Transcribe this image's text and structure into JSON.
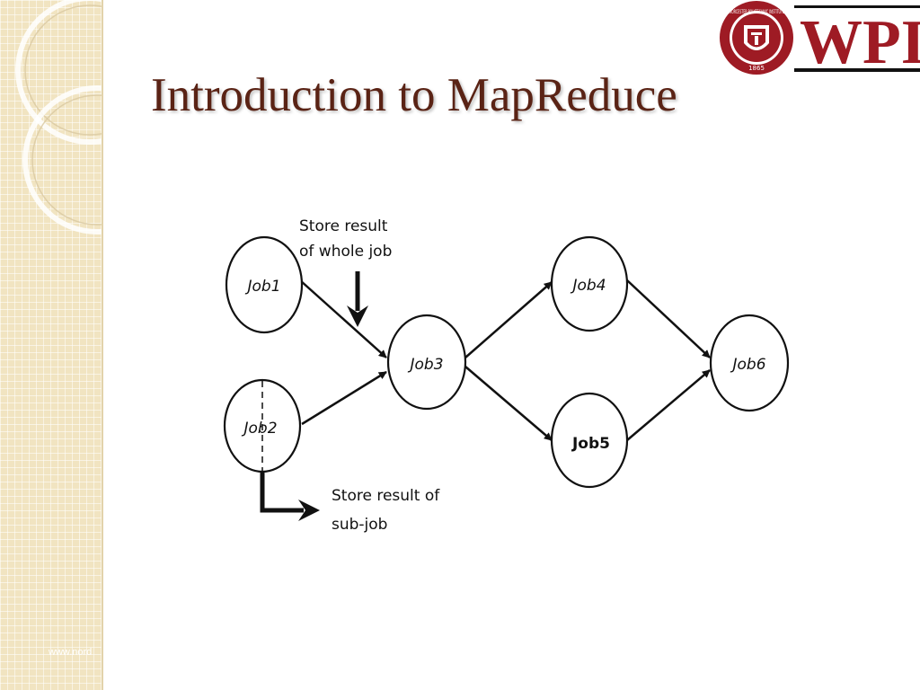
{
  "slide": {
    "title": "Introduction to MapReduce",
    "footer": "www.nord",
    "logo": {
      "wordmark": "WPI",
      "seal_text": "WORCESTER POLYTECHNIC INSTITUTE",
      "seal_year": "1865",
      "colors": {
        "maroon": "#9e1b24",
        "black": "#111111"
      }
    }
  },
  "diagram": {
    "nodes": [
      {
        "id": "job1",
        "label": "Job1"
      },
      {
        "id": "job2",
        "label": "Job2"
      },
      {
        "id": "job3",
        "label": "Job3"
      },
      {
        "id": "job4",
        "label": "Job4"
      },
      {
        "id": "job5",
        "label": "Job5"
      },
      {
        "id": "job6",
        "label": "Job6"
      }
    ],
    "edges": [
      {
        "from": "job1",
        "to": "job3"
      },
      {
        "from": "job2",
        "to": "job3"
      },
      {
        "from": "job3",
        "to": "job4"
      },
      {
        "from": "job3",
        "to": "job5"
      },
      {
        "from": "job4",
        "to": "job6"
      },
      {
        "from": "job5",
        "to": "job6"
      }
    ],
    "annotations": {
      "whole_job": [
        "Store result",
        "of whole job"
      ],
      "sub_job": [
        "Store result of",
        "sub-job"
      ]
    }
  },
  "colors": {
    "title": "#5a2315",
    "strip": "#f1e4c1"
  }
}
